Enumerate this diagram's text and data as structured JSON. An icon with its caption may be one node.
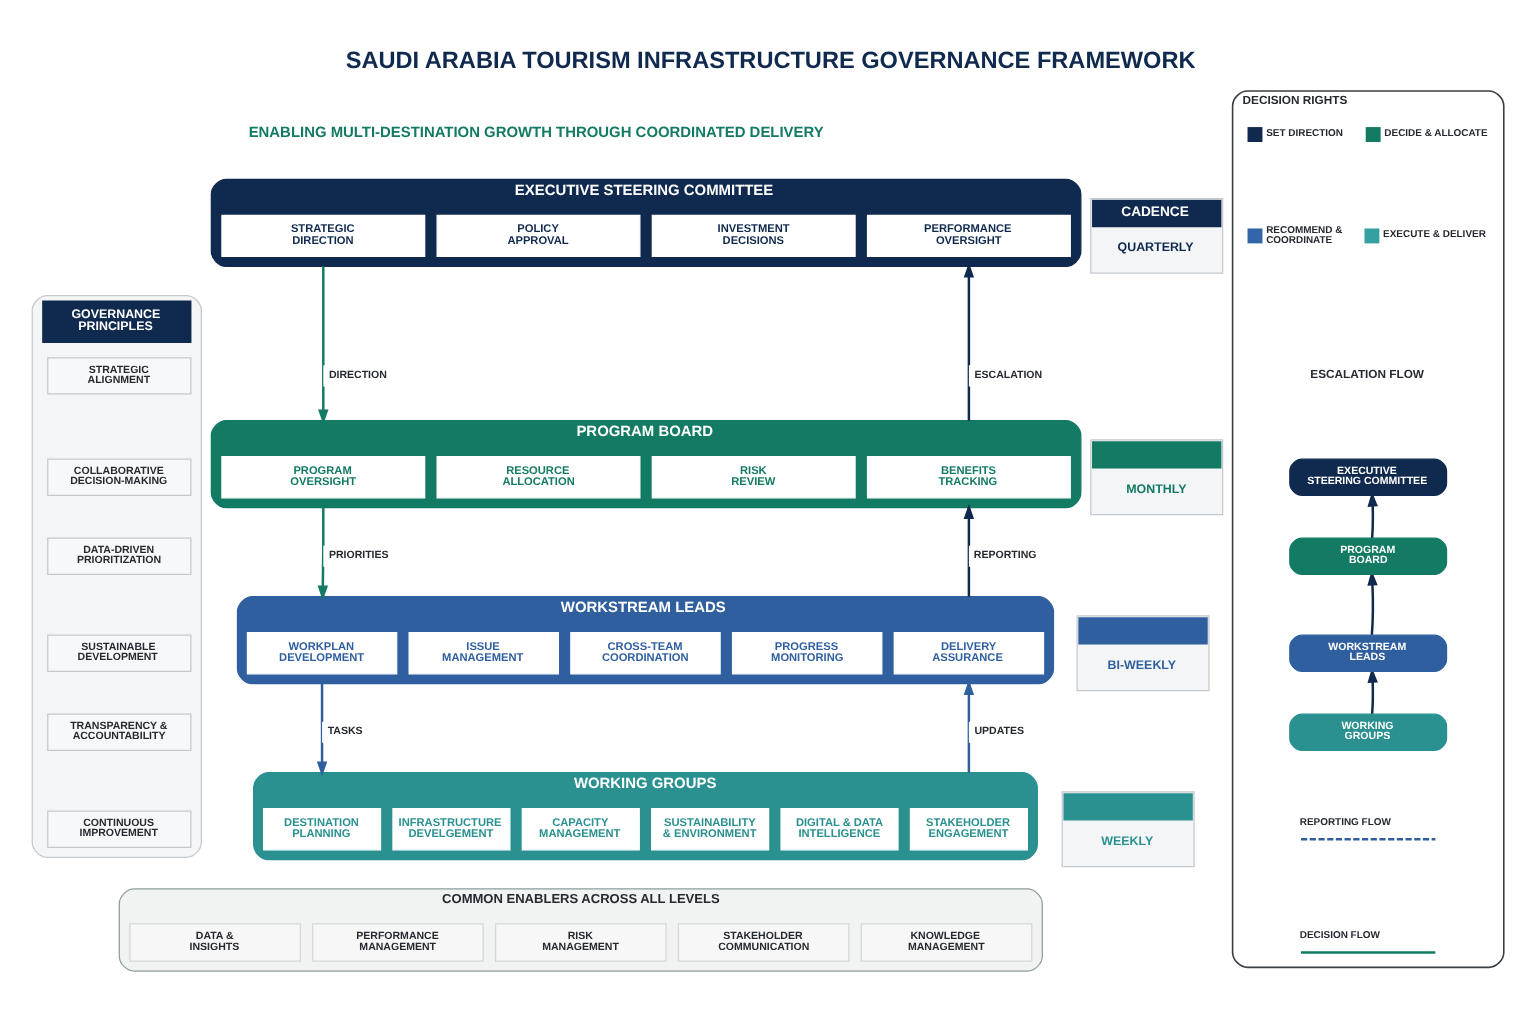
{
  "diagram": {
    "title": "SAUDI ARABIA TOURISM INFRASTRUCTURE GOVERNANCE FRAMEWORK",
    "nodes": [
      {
        "text": [
          "GOVERNANCE PRINCIPLES"
        ]
      },
      {
        "text": [
          "STRATEGIC ALIGNMENT"
        ],
        "in": 0
      },
      {
        "text": [
          "COLLABORATIVE DECISION-MAKING"
        ],
        "in": 0
      },
      {
        "text": [
          "DATA-DRIVEN PRIORITIZATION"
        ],
        "in": 0
      },
      {
        "text": [
          "SUSTAINABLE DEVELOPMENT"
        ],
        "in": 0
      },
      {
        "text": [
          "TRANSPARENCY & ACCOUNTABILITY"
        ],
        "in": 0
      },
      {
        "text": [
          "CONTINUOUS IMPROVEMENT"
        ],
        "in": 0
      },
      {
        "text": [
          "EXECUTIVE STEERING COMMITTEE"
        ]
      },
      {
        "text": [
          "STRATEGIC DIRECTION"
        ],
        "in": 7
      },
      {
        "text": [
          "POLICY APPROVAL"
        ],
        "in": 7
      },
      {
        "text": [
          "INVESTMENT DECISIONS"
        ],
        "in": 7
      },
      {
        "text": [
          "PERFORMANCE OVERSIGHT"
        ],
        "in": 7
      },
      {
        "text": [
          "PROGRAM BOARD"
        ]
      },
      {
        "text": [
          "PROGRAM OVERSIGHT"
        ],
        "in": 12
      },
      {
        "text": [
          "RESOURCE ALLOCATION"
        ],
        "in": 12
      },
      {
        "text": [
          "RISK REVIEW"
        ],
        "in": 12
      },
      {
        "text": [
          "BENEFITS TRACKING"
        ],
        "in": 12
      },
      {
        "text": [
          "WORKSTREAM LEADS"
        ]
      },
      {
        "text": [
          "WORKPLAN DEVELOPMENT"
        ],
        "in": 17
      },
      {
        "text": [
          "ISSUE MANAGEMENT"
        ],
        "in": 17
      },
      {
        "text": [
          "CROSS-TEAM COORDINATION"
        ],
        "in": 17
      },
      {
        "text": [
          "PROGRESS MONITORING"
        ],
        "in": 17
      },
      {
        "text": [
          "DELIVERY ASSURANCE"
        ],
        "in": 17
      },
      {
        "text": [
          "WORKING GROUPS"
        ]
      },
      {
        "text": [
          "DESTINATION PLANNING"
        ],
        "in": 23
      },
      {
        "text": [
          "INFRASTRUCTURE DEVELGEMENT"
        ],
        "in": 23
      },
      {
        "text": [
          "CAPACITY MANAGEMENT"
        ],
        "in": 23
      },
      {
        "text": [
          "SUSTAINABILITY & ENVIRONMENT"
        ],
        "in": 23
      },
      {
        "text": [
          "DIGITAL & DATA INTELLIGENCE"
        ],
        "in": 23
      },
      {
        "text": [
          "STAKEHOLDER ENGAGEMENT"
        ],
        "in": 23
      },
      {
        "text": [
          "CADENCE",
          "QUARTERLY"
        ]
      },
      {
        "text": [
          "MONTHLY"
        ]
      },
      {
        "text": [
          "BI-WEEKLY"
        ]
      },
      {
        "text": [
          "WEEKLY"
        ]
      },
      {
        "text": [
          "DECISION RIGHTS"
        ]
      },
      {
        "text": [
          "EXECUTIVE STEERING COMMITTEE"
        ],
        "in": 34
      },
      {
        "text": [
          "PROGRAM BOARD"
        ],
        "in": 34
      },
      {
        "text": [
          "WORKSTREAM LEADS"
        ],
        "in": 34
      },
      {
        "text": [
          "WORKING GROUPS"
        ],
        "in": 34
      },
      {
        "text": [
          "COMMON ENABLERS ACROSS ALL LEVELS"
        ]
      },
      {
        "text": [
          "DATA & INSIGHTS"
        ],
        "in": 39
      },
      {
        "text": [
          "PERFORMANCE MANAGEMENT"
        ],
        "in": 39
      },
      {
        "text": [
          "RISK MANAGEMENT"
        ],
        "in": 39
      },
      {
        "text": [
          "STAKEHOLDER COMMUNICATION"
        ],
        "in": 39
      },
      {
        "text": [
          "KNOWLEDGE MANAGEMENT"
        ],
        "in": 39
      }
    ],
    "edges": [
      {
        "from": 7,
        "to": 12,
        "arrow": "to",
        "label": "DIRECTION",
        "color": "#137a63"
      },
      {
        "from": 12,
        "to": 7,
        "arrow": "to",
        "label": "ESCALATION"
      },
      {
        "from": 12,
        "to": 17,
        "arrow": "to",
        "label": "PRIORITIES",
        "color": "#137a63"
      },
      {
        "from": 17,
        "to": 12,
        "arrow": "to",
        "label": "REPORTING"
      },
      {
        "from": 17,
        "to": 23,
        "arrow": "to",
        "label": "TASKS",
        "color": "#2f5f9f"
      },
      {
        "from": 23,
        "to": 17,
        "arrow": "to",
        "label": "UPDATES",
        "color": "#2f5f9f"
      },
      {
        "from": 38,
        "to": 37,
        "arrow": "to"
      },
      {
        "from": 37,
        "to": 36,
        "arrow": "to"
      },
      {
        "from": 36,
        "to": 35,
        "arrow": "to"
      }
    ],
    "labels": [
      "ENABLING MULTI-DESTINATION GROWTH THROUGH COORDINATED DELIVERY",
      "ESCALATION FLOW"
    ],
    "legend": [
      {
        "text": "SET DIRECTION",
        "color": "#10294f"
      },
      {
        "text": "DECIDE & ALLOCATE",
        "color": "#137a63"
      },
      {
        "text": "RECOMMEND & COORDINATE",
        "color": "#3366a8"
      },
      {
        "text": "EXECUTE & DELIVER",
        "color": "#35a0a2"
      },
      {
        "text": "REPORTING FLOW"
      },
      {
        "text": "DECISION FLOW"
      }
    ]
  }
}
